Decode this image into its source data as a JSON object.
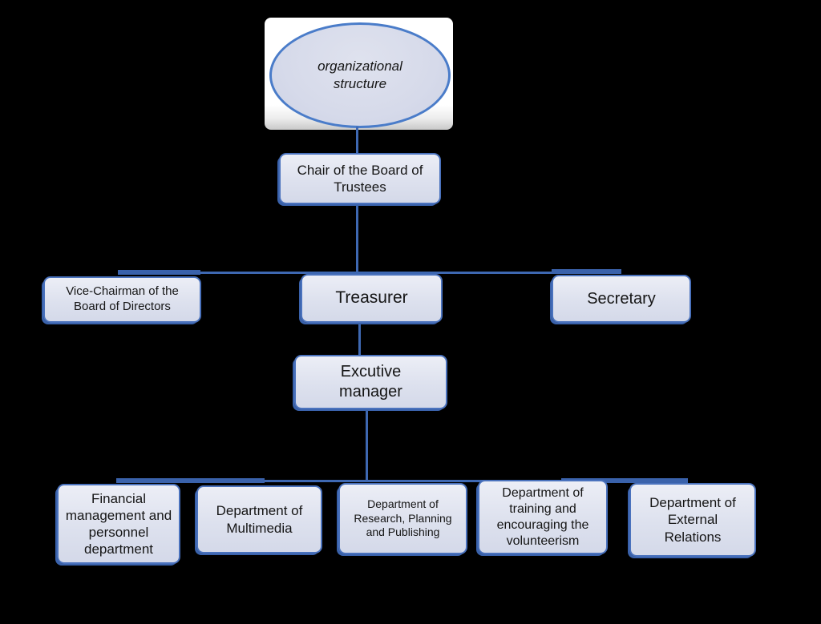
{
  "diagram": {
    "type": "org-chart",
    "title": "organizational structure",
    "colors": {
      "background": "#000000",
      "node_fill": "#dde1ee",
      "node_border": "#4a72bd",
      "connector": "#3e68b2",
      "text": "#151515",
      "root_card": "#ffffff"
    },
    "nodes": {
      "root": {
        "label": "organizational structure",
        "shape": "ellipse"
      },
      "chair": {
        "label": "Chair of the Board of Trustees"
      },
      "vice_chairman": {
        "label": "Vice-Chairman of the Board of Directors"
      },
      "treasurer": {
        "label": "Treasurer"
      },
      "secretary": {
        "label": "Secretary"
      },
      "executive_manager": {
        "label": "Excutive manager"
      },
      "departments": [
        {
          "label": "Financial management and personnel department"
        },
        {
          "label": "Department of Multimedia"
        },
        {
          "label": "Department of Research, Planning and Publishing"
        },
        {
          "label": "Department of training and encouraging the volunteerism"
        },
        {
          "label": "Department of External Relations"
        }
      ]
    },
    "hierarchy": {
      "root": "organizational structure",
      "children": [
        {
          "label": "Chair of the Board of Trustees",
          "children": [
            {
              "label": "Vice-Chairman of the Board of Directors"
            },
            {
              "label": "Treasurer",
              "children": [
                {
                  "label": "Excutive manager",
                  "children": [
                    "Financial management and personnel department",
                    "Department of Multimedia",
                    "Department of Research, Planning and Publishing",
                    "Department of training and encouraging the volunteerism",
                    "Department of External Relations"
                  ]
                }
              ]
            },
            {
              "label": "Secretary"
            }
          ]
        }
      ]
    }
  }
}
